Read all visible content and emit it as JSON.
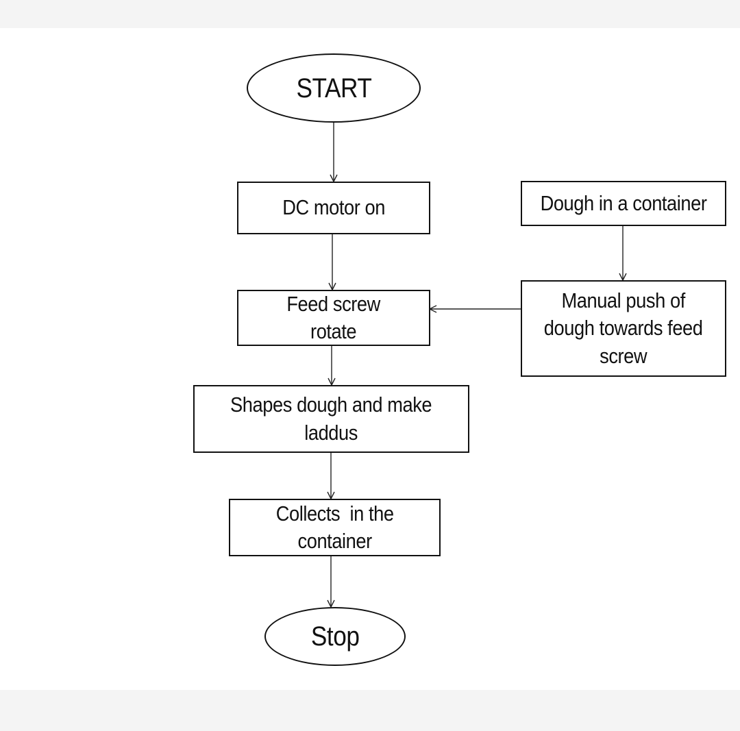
{
  "flowchart": {
    "start": "START",
    "dc_motor_on": "DC motor on",
    "dough_in_container": "Dough in a container",
    "feed_screw_rotate": "Feed screw\nrotate",
    "manual_push": "Manual push of\ndough towards feed\nscrew",
    "shapes_dough": "Shapes dough and make\nladdus",
    "collects": "Collects  in the\ncontainer",
    "stop": "Stop"
  }
}
